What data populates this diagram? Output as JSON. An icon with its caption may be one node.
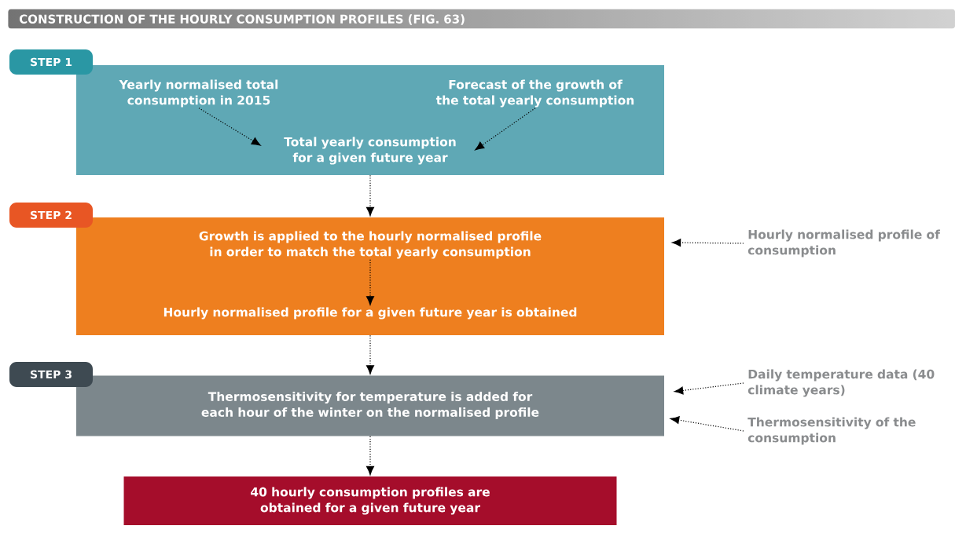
{
  "diagram": {
    "title": "CONSTRUCTION OF THE HOURLY CONSUMPTION PROFILES (FIG. 63)",
    "nodes": [
      {
        "text": [
          "STEP 1"
        ]
      },
      {
        "text": [
          "Yearly normalised total consumption in 2015"
        ],
        "in": 0
      },
      {
        "text": [
          "Forecast of the growth of the total yearly consumption"
        ],
        "in": 0
      },
      {
        "text": [
          "Total yearly consumption for a given future year"
        ],
        "in": 0
      },
      {
        "text": [
          "STEP 2"
        ]
      },
      {
        "text": [
          "Growth is applied to the hourly normalised profile in order to match the total yearly consumption"
        ],
        "in": 4
      },
      {
        "text": [
          "Hourly normalised profile for a given future year is obtained"
        ],
        "in": 4
      },
      {
        "text": [
          "Hourly normalised profile of consumption"
        ]
      },
      {
        "text": [
          "STEP 3"
        ]
      },
      {
        "text": [
          "Thermosensitivity for temperature is added for each hour of the winter on the normalised profile"
        ],
        "in": 8
      },
      {
        "text": [
          "Daily temperature data (40 climate years)"
        ]
      },
      {
        "text": [
          "Thermosensitivity of the consumption"
        ]
      },
      {
        "text": [
          "40 hourly consumption profiles are obtained for a given future year"
        ]
      }
    ],
    "edges": [
      {
        "from": 1,
        "to": 3,
        "arrow": "to"
      },
      {
        "from": 2,
        "to": 3,
        "arrow": "to"
      },
      {
        "from": 0,
        "to": 4,
        "arrow": "to"
      },
      {
        "from": 5,
        "to": 6,
        "arrow": "to"
      },
      {
        "from": 7,
        "to": 4,
        "arrow": "to"
      },
      {
        "from": 4,
        "to": 8,
        "arrow": "to"
      },
      {
        "from": 10,
        "to": 8,
        "arrow": "to"
      },
      {
        "from": 11,
        "to": 8,
        "arrow": "to"
      },
      {
        "from": 8,
        "to": 12,
        "arrow": "to"
      }
    ]
  }
}
